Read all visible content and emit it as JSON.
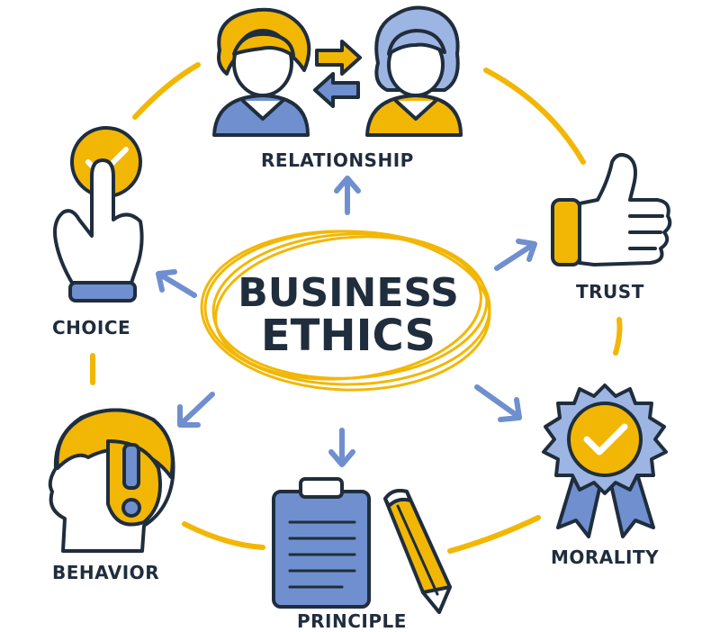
{
  "title": {
    "line1": "BUSINESS",
    "line2": "ETHICS"
  },
  "labels": {
    "relationship": "RELATIONSHIP",
    "trust": "TRUST",
    "choice": "CHOICE",
    "behavior": "BEHAVIOR",
    "principle": "PRINCIPLE",
    "morality": "MORALITY"
  },
  "colors": {
    "ink": "#1f2d3d",
    "yellow": "#f2b705",
    "blue": "#6f8fcf",
    "light_blue": "#9db5e3",
    "white": "#ffffff"
  },
  "icons": {
    "relationship": "two-people-exchange-icon",
    "trust": "thumbs-up-icon",
    "choice": "pointing-hand-check-icon",
    "behavior": "head-exclamation-icon",
    "principle": "clipboard-pencil-icon",
    "morality": "award-badge-check-icon"
  }
}
